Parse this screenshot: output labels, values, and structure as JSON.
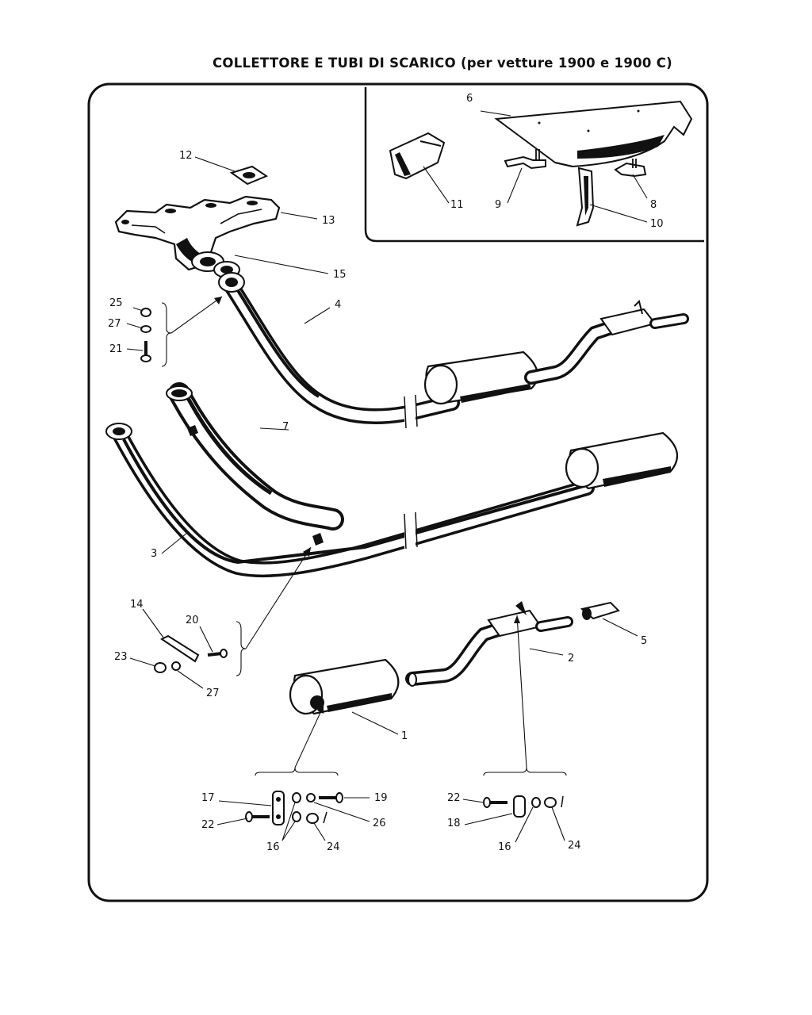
{
  "title": "COLLETTORE E TUBI DI SCARICO (per vetture 1900 e 1900 C)",
  "parts": {
    "p1": "1",
    "p2": "2",
    "p3": "3",
    "p4": "4",
    "p5": "5",
    "p6": "6",
    "p7": "7",
    "p8": "8",
    "p9": "9",
    "p10": "10",
    "p11": "11",
    "p12": "12",
    "p13": "13",
    "p14": "14",
    "p15": "15",
    "p16a": "16",
    "p16b": "16",
    "p17": "17",
    "p18": "18",
    "p19": "19",
    "p20": "20",
    "p21": "21",
    "p22a": "22",
    "p22b": "22",
    "p23": "23",
    "p24a": "24",
    "p24b": "24",
    "p25": "25",
    "p26": "26",
    "p27a": "27",
    "p27b": "27"
  }
}
